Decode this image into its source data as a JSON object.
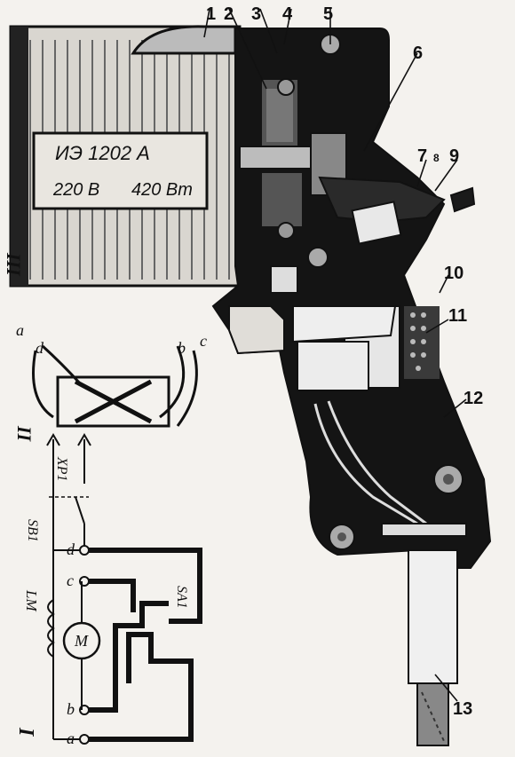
{
  "nameplate": {
    "model": "ИЭ 1202 А",
    "voltage": "220 В",
    "power": "420 Вт"
  },
  "section_labels": [
    "I",
    "II",
    "III"
  ],
  "callouts": [
    "1",
    "2",
    "3",
    "4",
    "5",
    "6",
    "7",
    "8",
    "9",
    "10",
    "11",
    "12",
    "13"
  ],
  "schematic": {
    "terminals": [
      "a",
      "b",
      "c",
      "d"
    ],
    "motor": "M",
    "winding": "LM",
    "switch_reverse": "SA1",
    "switch_main": "SB1",
    "plug": "XP1"
  },
  "reverser": {
    "terminals": [
      "a",
      "b",
      "c",
      "d"
    ]
  }
}
